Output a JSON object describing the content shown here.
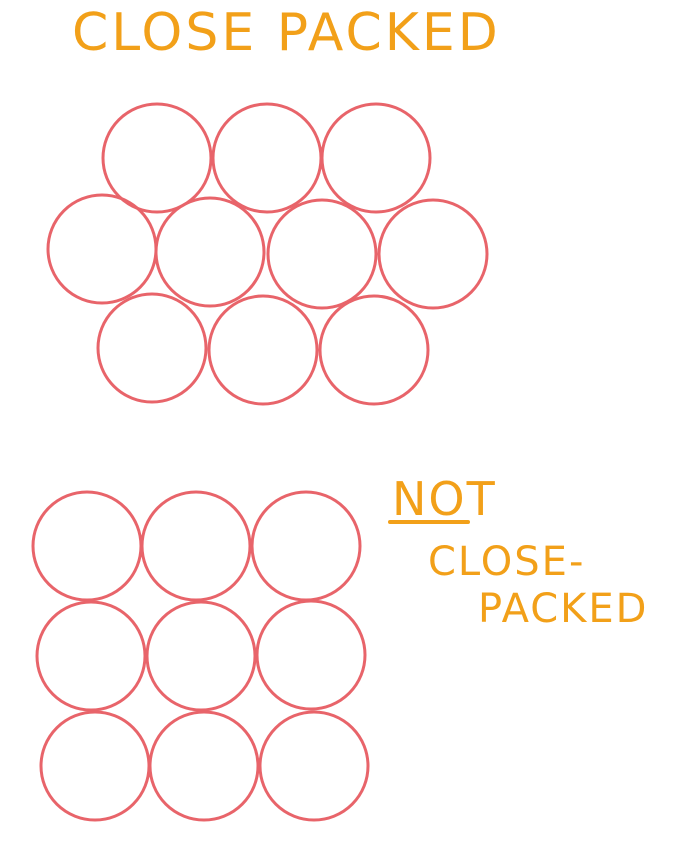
{
  "title": "CLOSE PACKED",
  "note": {
    "line1": "NOT",
    "line2": "CLOSE-",
    "line3": "PACKED"
  },
  "colors": {
    "circle_stroke": "#e8646a",
    "text": "#f2a019",
    "background": "#ffffff"
  },
  "arrangements": {
    "close_packed": {
      "rows": [
        3,
        4,
        3
      ],
      "circle_count": 10,
      "stacking": "hexagonal"
    },
    "not_close_packed": {
      "rows": [
        3,
        3,
        3
      ],
      "circle_count": 9,
      "stacking": "square"
    }
  }
}
